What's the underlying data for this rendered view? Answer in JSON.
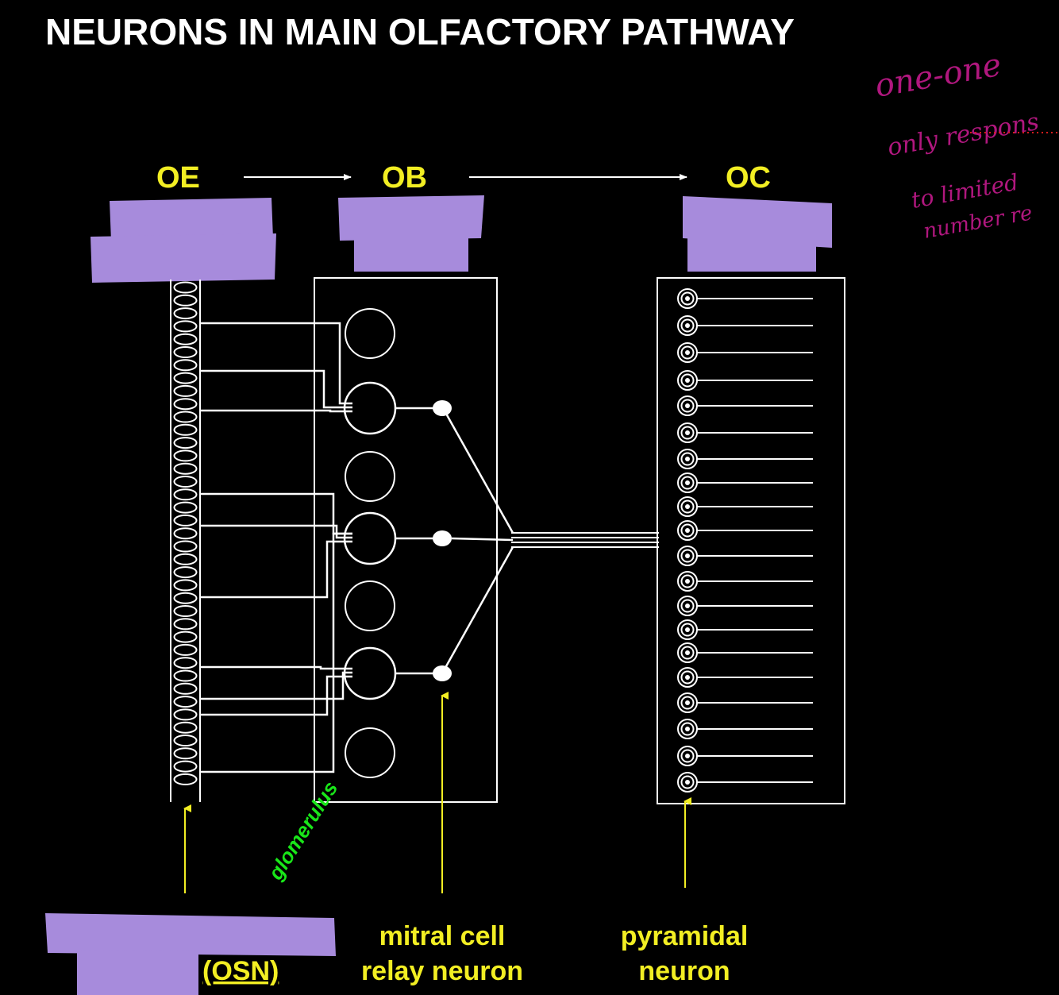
{
  "title": "NEURONS IN MAIN OLFACTORY PATHWAY",
  "stages": {
    "oe": "OE",
    "ob": "OB",
    "oc": "OC"
  },
  "labels": {
    "glomerulus": "glomerulus",
    "osn": "(OSN)",
    "mitral_line1": "mitral cell",
    "mitral_line2": "relay neuron",
    "pyramidal_line1": "pyramidal",
    "pyramidal_line2": "neuron"
  },
  "handwritten": {
    "line1": "one-one",
    "line2": "only respons",
    "line3": "to limited",
    "line4": "number re"
  },
  "colors": {
    "background": "#000000",
    "title": "#ffffff",
    "stage_label": "#f2ee23",
    "pointer_label": "#f2ee23",
    "glomerulus": "#19e619",
    "redaction": "#a78bdc",
    "handwriting": "#b0177e",
    "dotted": "#d41c1c",
    "line": "#ffffff"
  }
}
